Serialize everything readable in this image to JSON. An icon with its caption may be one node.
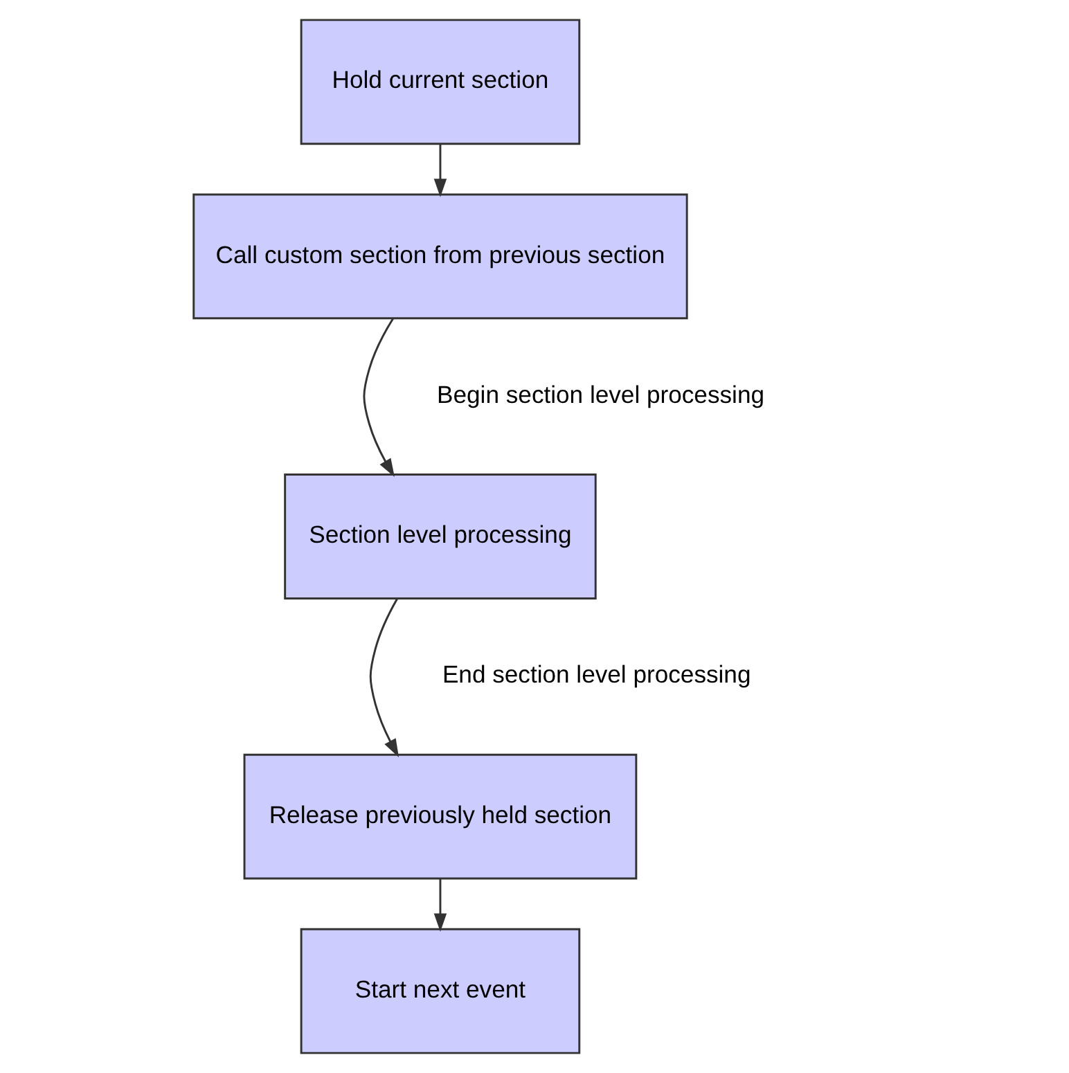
{
  "diagram": {
    "nodes": [
      {
        "text": [
          "Hold current section"
        ]
      },
      {
        "text": [
          "Call custom section from previous section"
        ]
      },
      {
        "text": [
          "Section level processing"
        ]
      },
      {
        "text": [
          "Release previously held section"
        ]
      },
      {
        "text": [
          "Start next event"
        ]
      }
    ],
    "edges": [
      {
        "from": 0,
        "to": 1,
        "arrow": "to"
      },
      {
        "from": 1,
        "to": 2,
        "arrow": "to"
      },
      {
        "from": 2,
        "to": 3,
        "arrow": "to"
      },
      {
        "from": 3,
        "to": 4,
        "arrow": "to"
      }
    ],
    "labels": [
      "Begin section level processing",
      "End section level processing"
    ]
  }
}
